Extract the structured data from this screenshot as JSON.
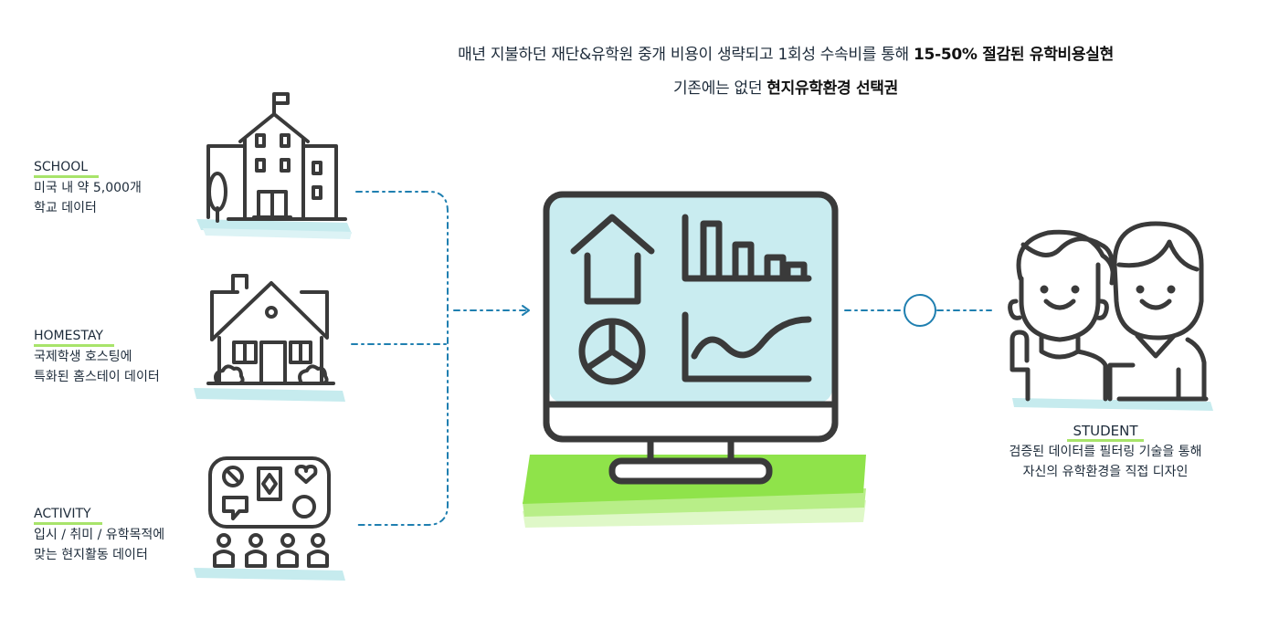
{
  "headline": {
    "line1_prefix": "매년 지불하던 재단&유학원 중개 비용이 생략되고 1회성 수속비를 통해 ",
    "line1_bold": "15-50% 절감된 유학비용실현",
    "line2_prefix": "기존에는 없던 ",
    "line2_bold": "현지유학환경 선택권"
  },
  "sources": [
    {
      "title": "SCHOOL",
      "line1": "미국 내 약 5,000개",
      "line2": "학교 데이터"
    },
    {
      "title": "HOMESTAY",
      "line1": "국제학생 호스팅에",
      "line2": "특화된 홈스테이 데이터"
    },
    {
      "title": "ACTIVITY",
      "line1": "입시 / 취미 / 유학목적에",
      "line2": "맞는 현지활동 데이터"
    }
  ],
  "student": {
    "title": "STUDENT",
    "line1": "검증된 데이터를 필터링 기술을 통해",
    "line2": "자신의 유학환경을 직접 디자인"
  },
  "colors": {
    "accent_green": "#8fe34a",
    "screen_blue": "#c9ecf0",
    "line_blue": "#1f7fb0",
    "icon_stroke": "#3a3a3a"
  }
}
